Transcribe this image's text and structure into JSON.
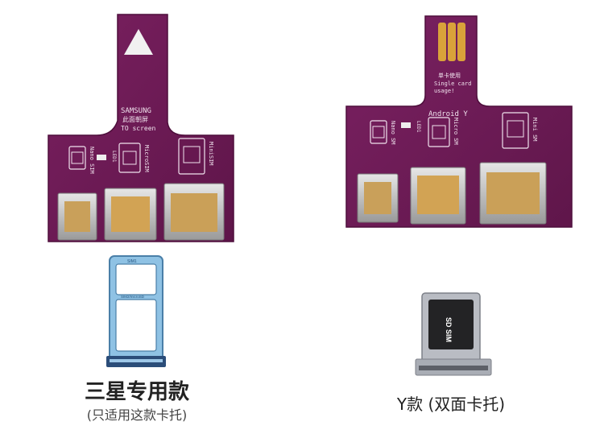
{
  "left_board": {
    "brand": "SAMSUNG",
    "chinese_line": "此面朝屏",
    "screen_line": "TO screen",
    "label_nano": "Nano SIM",
    "label_led": "LED1",
    "label_micro": "MicroSIM",
    "label_mini": "MiniSIM"
  },
  "right_board": {
    "single_cn": "单卡使用",
    "single_en_1": "Single card",
    "single_en_2": "usage!",
    "model": "Android Y",
    "label_nano": "Nano SM",
    "label_led": "LED1",
    "label_micro": "Micro SM",
    "label_mini": "Mini SM"
  },
  "samsung_tray": {
    "top_mark": "SIM1",
    "mid_mark": "SIM2/microSD"
  },
  "y_tray": {
    "card_mark": "SD SIM"
  },
  "captions": {
    "left_title": "三星专用款",
    "left_sub": "(只适用这款卡托)",
    "right_title": "Y款 (双面卡托)"
  },
  "colors": {
    "pcb": "#6e1a56",
    "pcb_edge": "#4e0f3c",
    "gold": "#d9a23a",
    "tray_blue": "#8fc2e4",
    "tray_silver": "#b9bcc3"
  }
}
